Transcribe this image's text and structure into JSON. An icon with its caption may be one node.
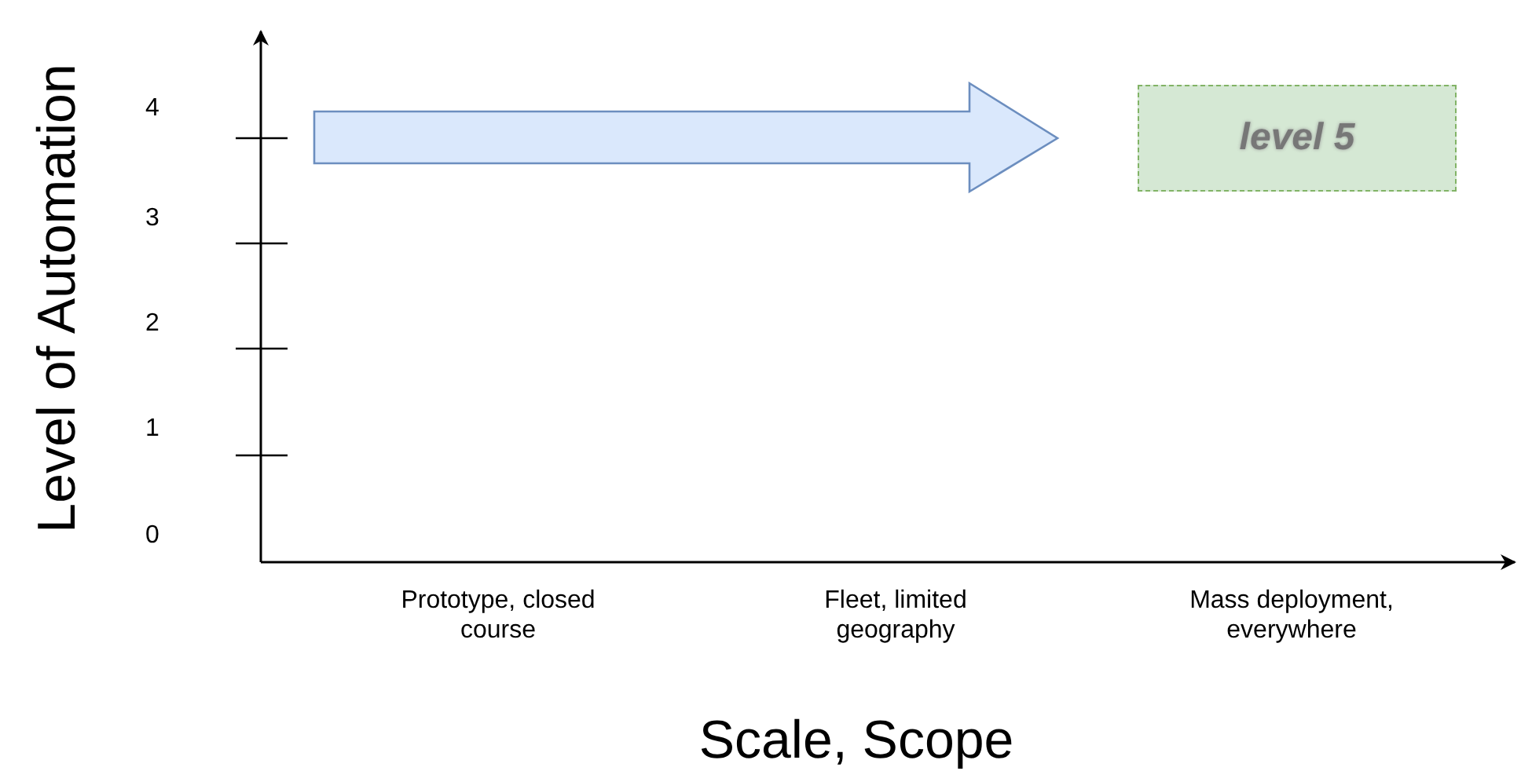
{
  "diagram": {
    "nodes": [
      {
        "text": [
          "level 5"
        ]
      }
    ],
    "labels": [
      "Level of Automation",
      "4",
      "3",
      "2",
      "1",
      "0",
      "Prototype, closed course",
      "Fleet, limited geography",
      "Mass deployment, everywhere",
      "Scale, Scope"
    ]
  }
}
